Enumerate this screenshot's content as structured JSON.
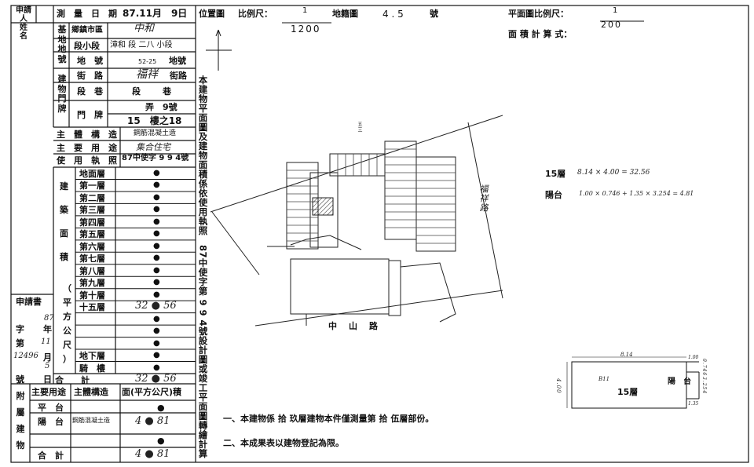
{
  "header": {
    "applicant_label": [
      "申請人",
      "姓　名"
    ],
    "survey_date_label": "測　量　日　期",
    "survey_date": "87.11月　9日",
    "location_map_label": "位置圖",
    "scale_label": "比例尺：",
    "scale_num": "1",
    "scale_den": "1200",
    "cadastral_label": "地籍圖",
    "cadastral_no": "4 . 5",
    "cadastral_suffix": "號",
    "plan_scale_label": "平面圖比例尺：",
    "plan_scale_num": "1",
    "plan_scale_den": "200",
    "area_calc_label": "面 積 計 算 式："
  },
  "base_address": {
    "group_label": "基地地號",
    "town_label": "鄉鎮市區",
    "town_value": "中和",
    "section_row": "段小段",
    "section_value": "漳和 段 二八 小段",
    "lot_label": "地　號",
    "lot_value": "52-25",
    "lot_suffix": "地號"
  },
  "building_address": {
    "group_label": "建物門牌",
    "street_label": "街　路",
    "street_value": "福祥",
    "street_suffix": "街路",
    "lane_label": "段　巷",
    "lane_value": "段　　巷",
    "door_label": "門　牌",
    "alley_value": "弄　9號",
    "floor_value": "15　樓之18"
  },
  "structure": {
    "main_structure_label": "主　體　構　造",
    "main_structure_value": "鋼筋混凝土造",
    "main_use_label": "主　要　用　途",
    "main_use_value": "集合住宅",
    "license_label": "使　用　執　照",
    "license_value": "87中使字 9 9 4號"
  },
  "floors": {
    "group_label": [
      "建",
      "築",
      "面",
      "積",
      "（",
      "平",
      "方",
      "公",
      "尺",
      "）"
    ],
    "rows": [
      {
        "label": "地面層",
        "value": "●"
      },
      {
        "label": "第一層",
        "value": "●"
      },
      {
        "label": "第二層",
        "value": "●"
      },
      {
        "label": "第三層",
        "value": "●"
      },
      {
        "label": "第四層",
        "value": "●"
      },
      {
        "label": "第五層",
        "value": "●"
      },
      {
        "label": "第六層",
        "value": "●"
      },
      {
        "label": "第七層",
        "value": "●"
      },
      {
        "label": "第八層",
        "value": "●"
      },
      {
        "label": "第九層",
        "value": "●"
      },
      {
        "label": "第十層",
        "value": "●"
      },
      {
        "label": "十五層",
        "value": "32 ● 56"
      },
      {
        "label": "",
        "value": "●"
      },
      {
        "label": "",
        "value": "●"
      },
      {
        "label": "",
        "value": "●"
      },
      {
        "label": "地下層",
        "value": "●"
      },
      {
        "label": "騎　樓",
        "value": "●"
      }
    ],
    "total_label": "合　　計",
    "total_value": "32 ● 56"
  },
  "application": {
    "label": "申請書",
    "zi_label": "字",
    "zi_value": "87",
    "nian_label": "年",
    "di_label": "第",
    "month_value": "11",
    "month_label": "月",
    "number_value": "12496",
    "day_value": "5",
    "hao_label": "號",
    "ri_label": "日"
  },
  "attached": {
    "group_label": [
      "附",
      "屬",
      "建",
      "物"
    ],
    "use_label": "主要用途",
    "struct_label": "主體構造",
    "area_label": "面(平方公尺)積",
    "rows": [
      {
        "use": "平　台",
        "struct": "",
        "area": "●"
      },
      {
        "use": "陽　台",
        "struct": "鋼筋混凝土造",
        "area": "4 ● 81"
      },
      {
        "use": "",
        "struct": "",
        "area": "●"
      }
    ],
    "total_label": "合　計",
    "total_value": "4 ● 81"
  },
  "middle_column": "本建物平面圖及建物面積係依使用執照　87中使字第 9 9 4號設計圖或竣工平面圖轉繪計算",
  "map": {
    "road_main": "中　山　路",
    "road_side": "福祥路",
    "parcel_small": "五三",
    "north_arrow": "↑"
  },
  "calc": {
    "line1_label": "15層",
    "line1_formula": "8.14 × 4.00 = 32.56",
    "line2_label": "陽台",
    "line2_formula": "1.00 × 0.746 + 1.35 × 3.254 = 4.81"
  },
  "plan": {
    "top_dim": "8.14",
    "left_dim": "4.00",
    "room_label": "15層",
    "balcony_label": "陽　台",
    "small_label": "B11",
    "right_dims": [
      "1.00",
      "0.746",
      "1.35",
      "3.254"
    ]
  },
  "notes": [
    "一、本建物係 拾 玖層建物本件僅測量第 拾 伍層部份。",
    "二、本成果表以建物登記為限。"
  ]
}
